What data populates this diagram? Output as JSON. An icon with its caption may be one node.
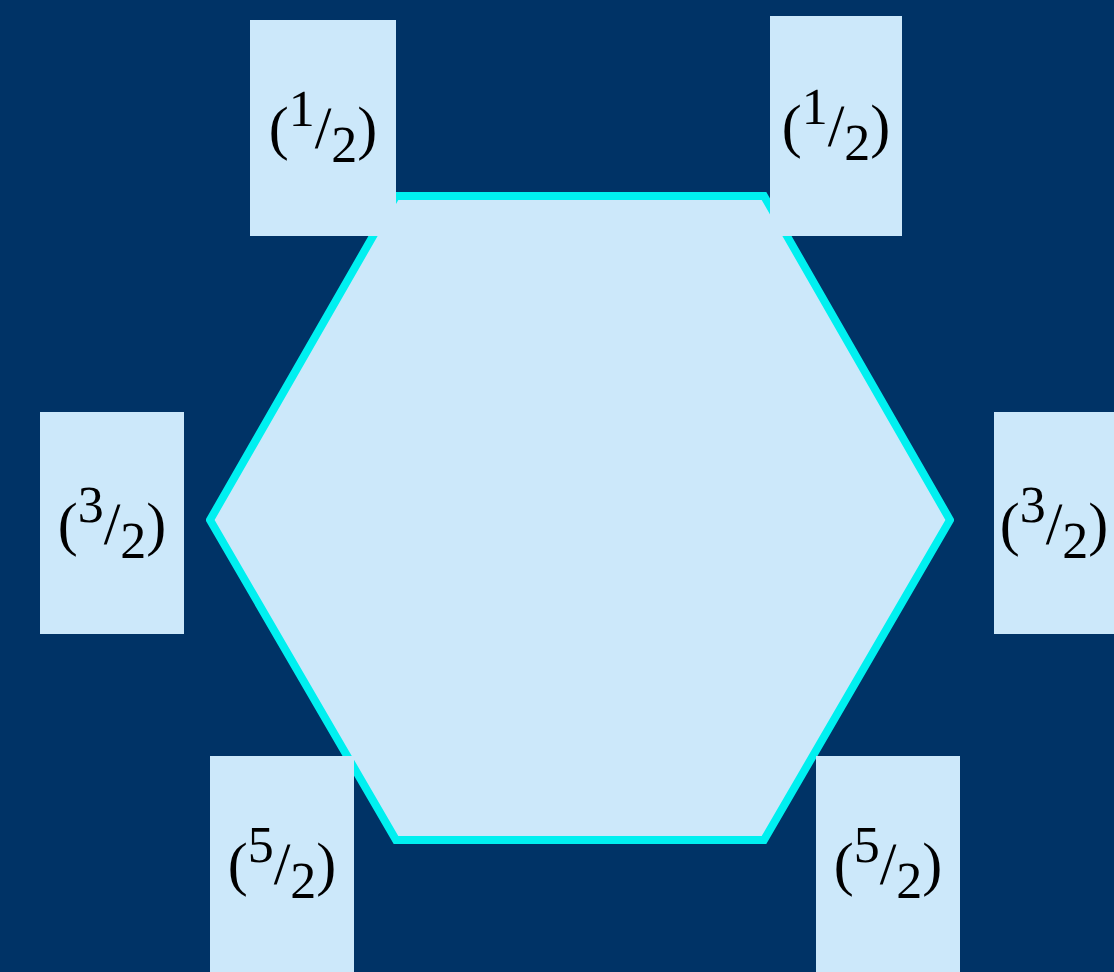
{
  "diagram": {
    "nodes": [
      {
        "text": [
          "($^{1}$/$_{2}$)"
        ]
      },
      {
        "text": [
          "($^{1}$/$_{2}$)"
        ]
      },
      {
        "text": [],
        "shape": "hexagon"
      },
      {
        "text": [
          "($^{3}$/$_{2}$)"
        ]
      },
      {
        "text": [
          "($^{3}$/$_{2}$)"
        ]
      },
      {
        "text": [
          "($^{5}$/$_{2}$)"
        ]
      },
      {
        "text": [
          "($^{5}$/$_{2}$)"
        ]
      }
    ]
  }
}
